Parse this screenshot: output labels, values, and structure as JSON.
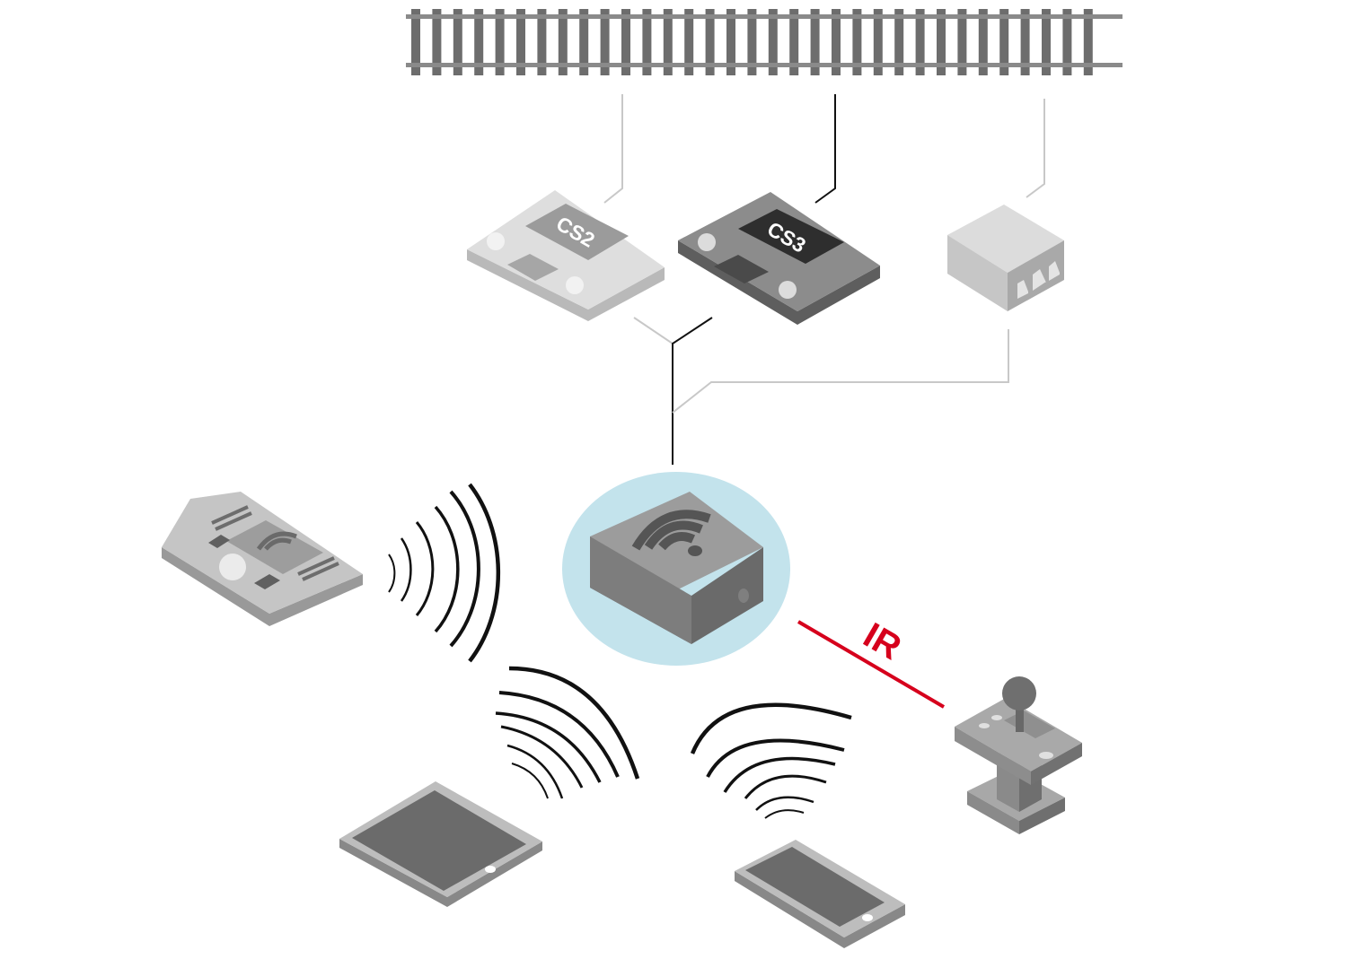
{
  "labels": {
    "cs2": "CS2",
    "cs3": "CS3",
    "ir": "IR"
  },
  "nodes": {
    "track": "railway-track",
    "cs2": "central-station-cs2",
    "cs3": "central-station-cs3",
    "booster": "box-device",
    "gateway": "wifi-gateway",
    "handheld": "mobile-station-handheld",
    "tablet": "tablet",
    "phone": "smartphone",
    "joystick": "infrared-joystick-controller"
  },
  "colors": {
    "ir_line": "#d6001c",
    "gateway_halo": "#c3e3ec",
    "device_dark": "#6f6f6f",
    "device_light": "#dedede",
    "line_dark": "#111111",
    "line_light": "#c8c8c8"
  }
}
